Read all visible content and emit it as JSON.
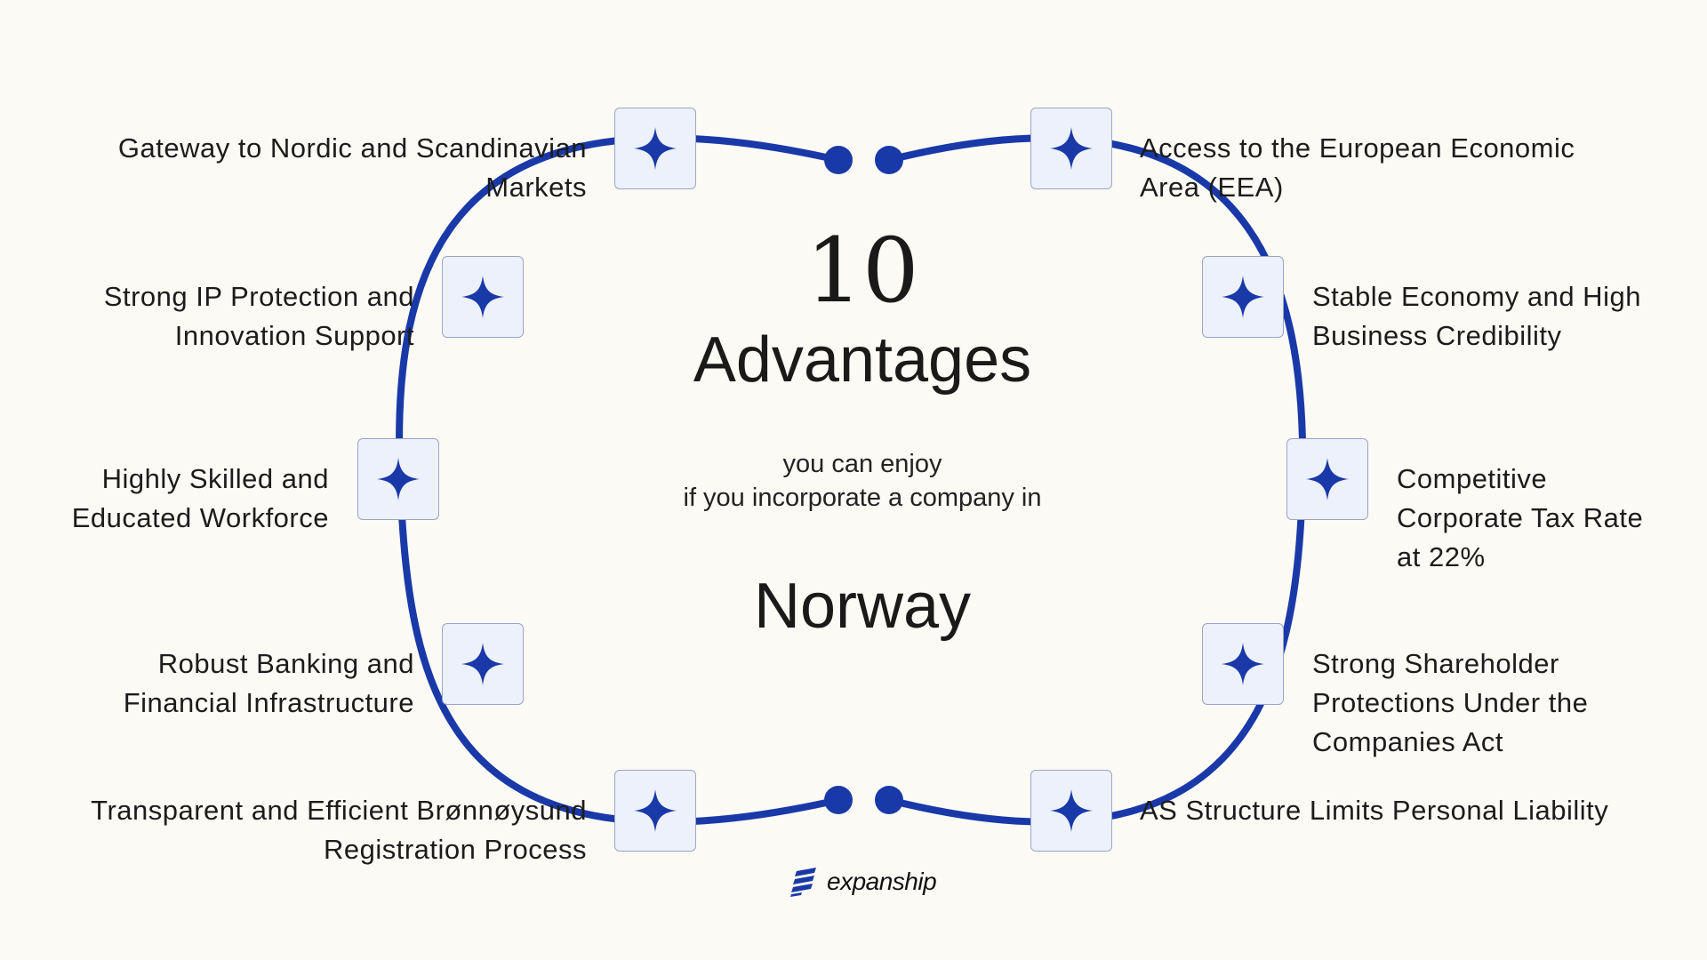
{
  "center": {
    "number": "10",
    "headline": "Advantages",
    "subline_1": "you can enjoy",
    "subline_2": "if you incorporate a company in",
    "country": "Norway"
  },
  "advantages": [
    {
      "lines": [
        "Gateway to Nordic and Scandinavian",
        "Markets"
      ]
    },
    {
      "lines": [
        "Strong IP Protection and",
        "Innovation Support"
      ]
    },
    {
      "lines": [
        "Highly Skilled and",
        "Educated Workforce"
      ]
    },
    {
      "lines": [
        "Robust Banking and",
        "Financial Infrastructure"
      ]
    },
    {
      "lines": [
        "Transparent and Efficient Brønnøysund",
        "Registration Process"
      ]
    },
    {
      "lines": [
        "Access to the European Economic",
        "Area (EEA)"
      ]
    },
    {
      "lines": [
        "Stable Economy and High",
        "Business Credibility"
      ]
    },
    {
      "lines": [
        "Competitive",
        "Corporate Tax Rate",
        "at 22%"
      ]
    },
    {
      "lines": [
        "Strong Shareholder",
        "Protections Under the",
        "Companies Act"
      ]
    },
    {
      "lines": [
        "AS Structure Limits Personal Liability"
      ]
    }
  ],
  "badge_icon": "four-point-star-icon",
  "logo": {
    "text": "expanship",
    "icon": "expanship-logo-icon"
  },
  "colors": {
    "accent": "#1a39a8",
    "badge_fill": "#edf1fb",
    "background": "#fcfaf4"
  }
}
